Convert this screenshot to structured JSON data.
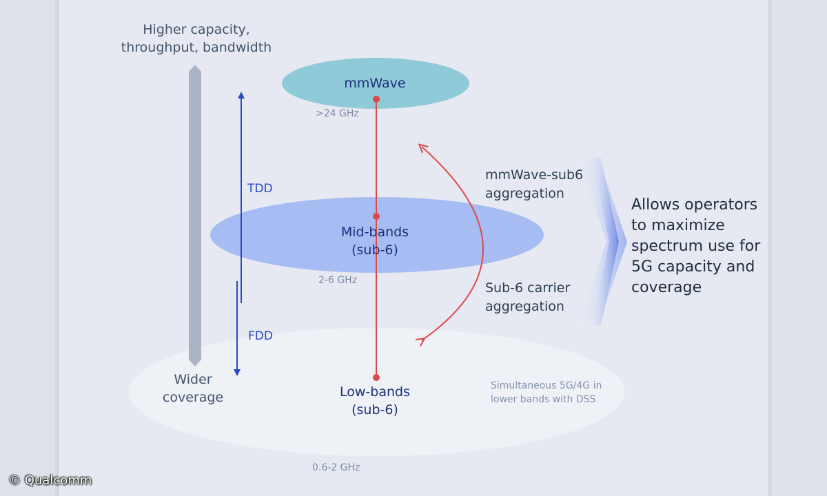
{
  "diagram": {
    "axis_top_label": "Higher capacity,\nthroughput, bandwidth",
    "axis_bottom_label": "Wider\ncoverage",
    "bands": {
      "mmwave": {
        "name": "mmWave",
        "freq": ">24 GHz"
      },
      "mid": {
        "name": "Mid-bands\n(sub-6)",
        "freq": "2-6 GHz"
      },
      "low": {
        "name": "Low-bands\n(sub-6)",
        "freq": "0.6-2 GHz"
      }
    },
    "duplex": {
      "tdd": "TDD",
      "fdd": "FDD"
    },
    "aggregation": {
      "mmwave_sub6": "mmWave-sub6\naggregation",
      "sub6_carrier": "Sub-6 carrier\naggregation"
    },
    "dss_note": "Simultaneous 5G/4G in\nlower bands with DSS",
    "result_text": "Allows operators\nto maximize\nspectrum use for\n5G capacity and\ncoverage",
    "copyright": "© Qualcomm",
    "colors": {
      "mmwave_fill": "#8ecad7",
      "mid_fill": "#a6bcf2",
      "low_fill": "#eef1f6",
      "link_red": "#e04848",
      "duplex_blue": "#2a48c8",
      "axis_gray": "#aab3c4"
    }
  }
}
